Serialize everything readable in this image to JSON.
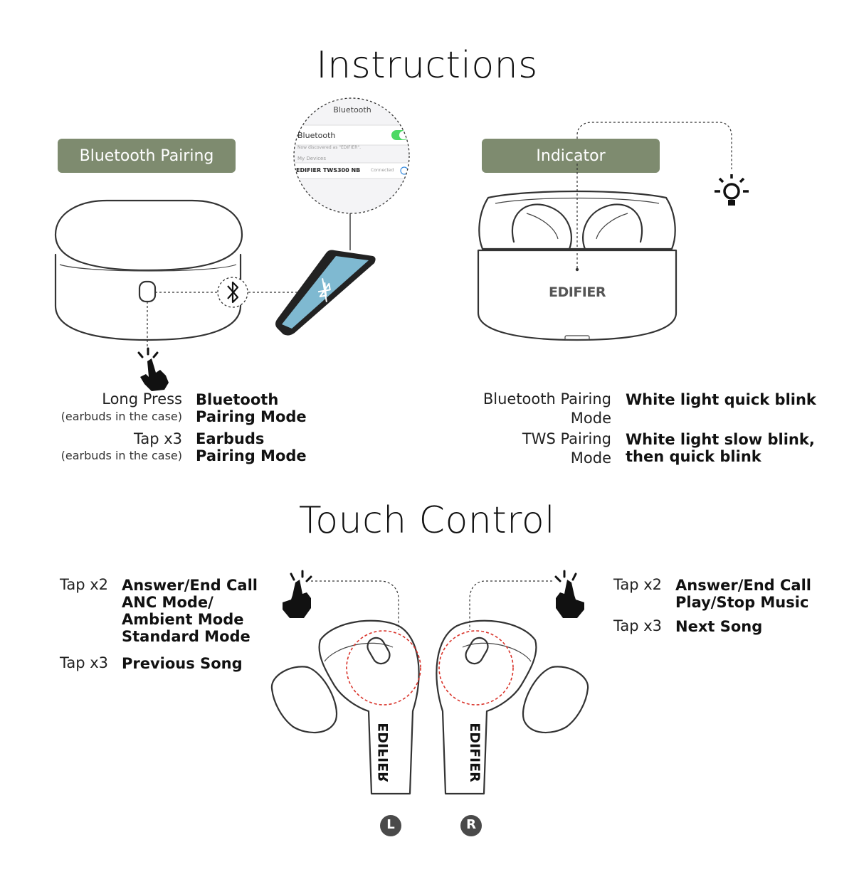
{
  "title": "Instructions",
  "bluetooth_pairing": {
    "label": "Bluetooth Pairing",
    "rows": [
      {
        "action": "Long Press",
        "note": "(earbuds in the case)",
        "result": [
          "Bluetooth",
          "Pairing Mode"
        ]
      },
      {
        "action": "Tap x3",
        "note": "(earbuds in the case)",
        "result": [
          "Earbuds",
          "Pairing Mode"
        ]
      }
    ]
  },
  "phone_screen": {
    "header": "Bluetooth",
    "toggle_label": "Bluetooth",
    "discovered": "Now discovered as \"EDIFIER\".",
    "section": "My Devices",
    "device": "EDIFIER TWS300 NB",
    "device_status": "Connected"
  },
  "indicator": {
    "label": "Indicator",
    "case_brand": "EDIFIER",
    "rows": [
      {
        "mode": [
          "Bluetooth Pairing",
          "Mode"
        ],
        "light": [
          "White light quick blink"
        ]
      },
      {
        "mode": [
          "TWS Pairing",
          "Mode"
        ],
        "light": [
          "White light slow blink,",
          "then quick blink"
        ]
      }
    ]
  },
  "touch_control": {
    "title": "Touch Control",
    "left": {
      "badge": "L",
      "brand": "EDIFIER",
      "rows": [
        {
          "gesture": "Tap x2",
          "functions": [
            "Answer/End Call",
            "ANC Mode/",
            "Ambient Mode",
            "Standard Mode"
          ]
        },
        {
          "gesture": "Tap x3",
          "functions": [
            "Previous Song"
          ]
        }
      ]
    },
    "right": {
      "badge": "R",
      "brand": "EDIFIER",
      "rows": [
        {
          "gesture": "Tap x2",
          "functions": [
            "Answer/End Call",
            "Play/Stop Music"
          ]
        },
        {
          "gesture": "Tap x3",
          "functions": [
            "Next Song"
          ]
        }
      ]
    }
  },
  "colors": {
    "pill": "#7e8b6f",
    "phone_screen": "#7fb9d1",
    "toggle_on": "#4cd964",
    "tap_circle": "#d9342b"
  },
  "icons": [
    "hand-tap-icon",
    "bluetooth-icon",
    "light-bulb-icon",
    "left-badge-icon",
    "right-badge-icon"
  ]
}
